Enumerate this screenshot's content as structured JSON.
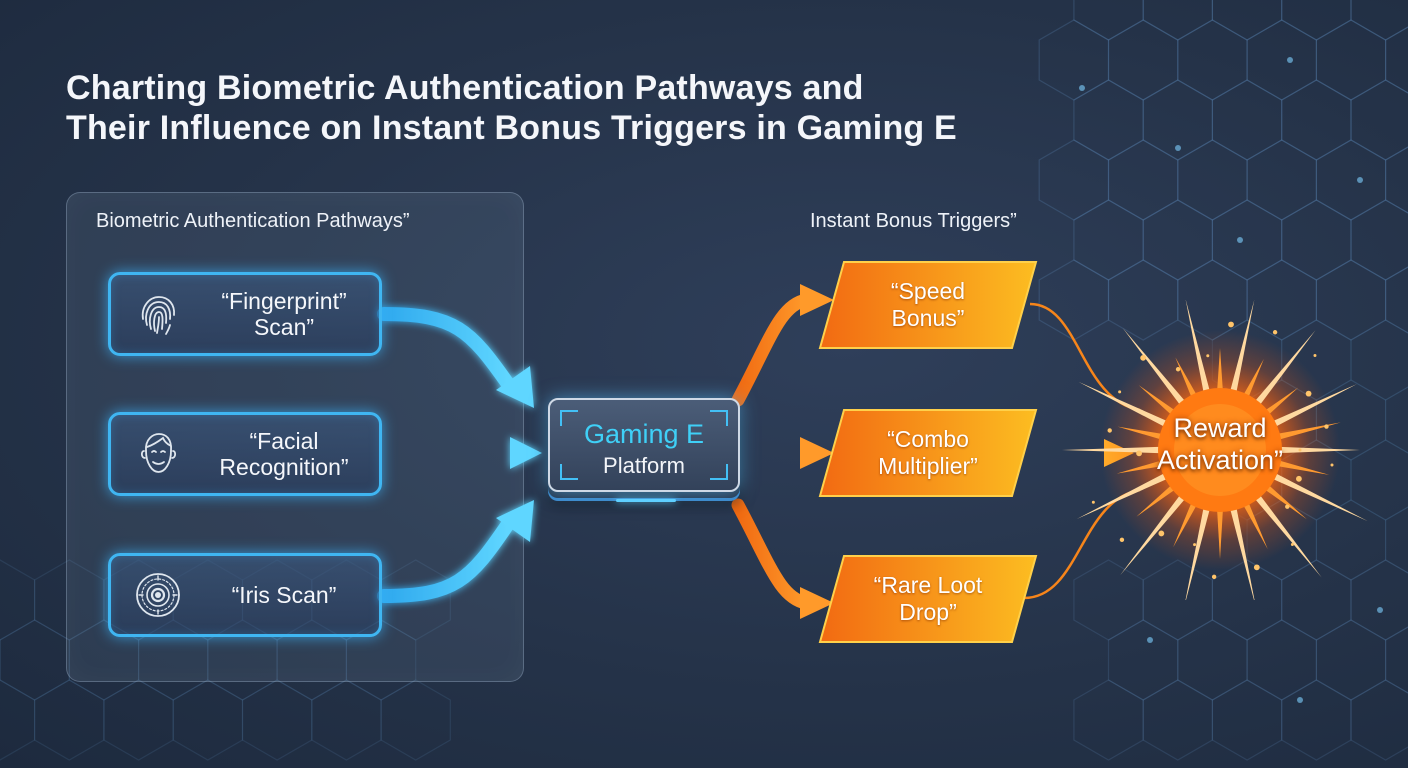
{
  "title": {
    "line1": "Charting Biometric Authentication Pathways and",
    "line2": "Their Influence on Instant Bonus Triggers in Gaming E"
  },
  "left_section": {
    "heading": "Biometric Authentication Pathways”",
    "items": [
      {
        "label": "“Fingerprint”\nScan”",
        "icon": "fingerprint-icon"
      },
      {
        "label": "“Facial\nRecognition”",
        "icon": "face-icon"
      },
      {
        "label": "“Iris Scan”",
        "icon": "iris-icon"
      }
    ]
  },
  "platform": {
    "title": "Gaming E",
    "subtitle": "Platform"
  },
  "right_section": {
    "heading": "Instant Bonus Triggers”",
    "items": [
      {
        "label": "“Speed\nBonus”"
      },
      {
        "label": "“Combo\nMultiplier”"
      },
      {
        "label": "“Rare Loot\nDrop”"
      }
    ]
  },
  "reward": {
    "label": "Reward\nActivation”"
  },
  "colors": {
    "background": "#253349",
    "biometric_accent": "#3fb6f2",
    "platform_title": "#3fd0f7",
    "trigger_orange": "#f7851a",
    "trigger_yellow": "#fbb81f",
    "reward_orange": "#ff7a12"
  }
}
